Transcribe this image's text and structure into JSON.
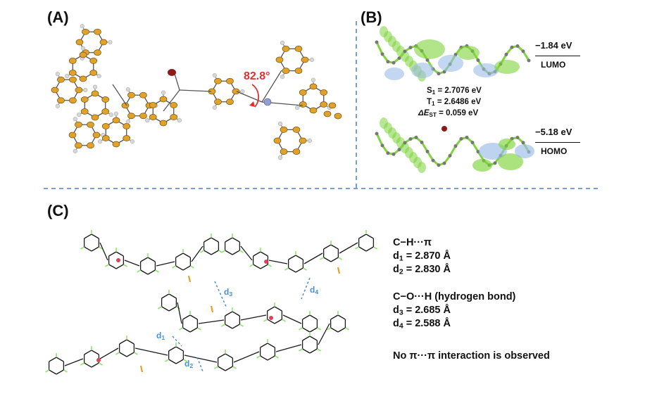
{
  "panels": {
    "A": {
      "label": "(A)",
      "angle": "82.8°"
    },
    "B": {
      "label": "(B)",
      "lumo": {
        "energy": "−1.84 eV",
        "name": "LUMO"
      },
      "homo": {
        "energy": "−5.18 eV",
        "name": "HOMO"
      },
      "s1": {
        "sym": "S",
        "sub": "1",
        "value": " = 2.7076 eV"
      },
      "t1": {
        "sym": "T",
        "sub": "1",
        "value": " = 2.6486 eV"
      },
      "dest": {
        "sym": "ΔE",
        "sub": "ST",
        "value": " = 0.059 eV"
      }
    },
    "C": {
      "label": "(C)",
      "ch_pi": "C−H···π",
      "d1": {
        "sym": "d",
        "sub": "1",
        "value": " = 2.870 Å"
      },
      "d2": {
        "sym": "d",
        "sub": "2",
        "value": " = 2.830 Å"
      },
      "co_h": "C−O···H (hydrogen bond)",
      "d3": {
        "sym": "d",
        "sub": "3",
        "value": " = 2.685 Å"
      },
      "d4": {
        "sym": "d",
        "sub": "4",
        "value": " = 2.588 Å"
      },
      "no_pi": "No π···π interaction is observed",
      "marks": {
        "d1": {
          "sym": "d",
          "sub": "1"
        },
        "d2": {
          "sym": "d",
          "sub": "2"
        },
        "d3": {
          "sym": "d",
          "sub": "3"
        },
        "d4": {
          "sym": "d",
          "sub": "4"
        }
      }
    }
  },
  "colors": {
    "atom_carbon": "#e0a22b",
    "atom_hydrogen": "#d8d8d8",
    "atom_oxygen": "#8b1a1a",
    "atom_nitrogen": "#8f9fd8",
    "orbital_green": "#7ed43a",
    "orbital_blue": "#9bbce6",
    "angle_red": "#e03030",
    "divider_blue": "#4a7fc7",
    "distance_blue": "#4a8fd0",
    "packing_bond": "#1a1a1a",
    "packing_h": "#8fe870"
  }
}
